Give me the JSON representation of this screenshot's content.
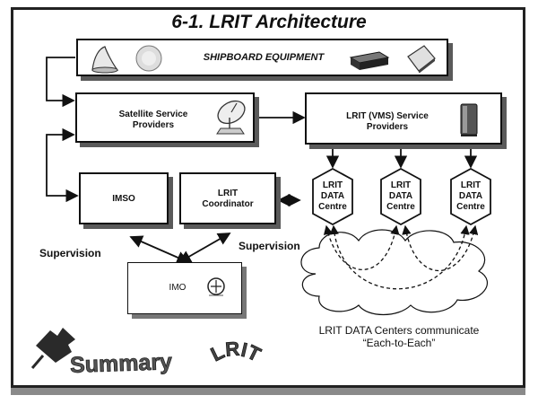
{
  "title": "6-1. LRIT Architecture",
  "shipboard": {
    "label": "SHIPBOARD EQUIPMENT"
  },
  "satellite": {
    "label_line1": "Satellite Service",
    "label_line2": "Providers"
  },
  "vms": {
    "label_line1": "LRIT (VMS) Service",
    "label_line2": "Providers"
  },
  "imso": {
    "label": "IMSO"
  },
  "coordinator": {
    "label_line1": "LRIT",
    "label_line2": "Coordinator"
  },
  "data_centres": [
    {
      "line1": "LRIT",
      "line2": "DATA",
      "line3": "Centre"
    },
    {
      "line1": "LRIT",
      "line2": "DATA",
      "line3": "Centre"
    },
    {
      "line1": "LRIT",
      "line2": "DATA",
      "line3": "Centre"
    }
  ],
  "supervision_left": "Supervision",
  "supervision_right": "Supervision",
  "imo": {
    "label": "IMO"
  },
  "cloud_caption": {
    "line1": "LRIT DATA Centers communicate",
    "line2": "“Each-to-Each”"
  },
  "footer": {
    "summary": "Summary",
    "lrit": "LRIT"
  },
  "icons": [
    "antenna-dome-icon",
    "satellite-dish-round-icon",
    "transceiver-unit-icon",
    "terminal-device-icon",
    "satellite-dish-icon",
    "server-cabinet-icon",
    "imo-emblem-icon",
    "pushpin-icon"
  ]
}
